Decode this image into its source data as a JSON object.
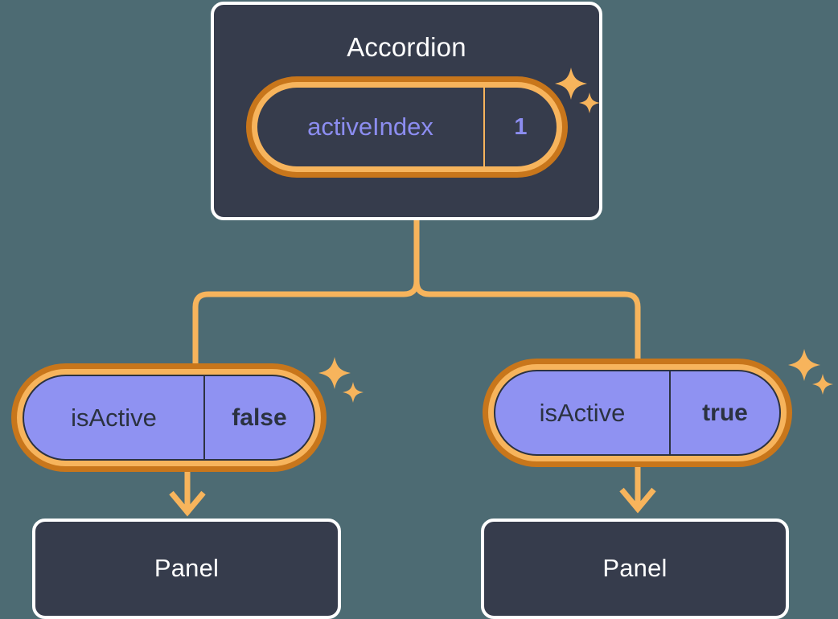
{
  "theme": {
    "background": "#4d6b73",
    "card_fill": "#363c4c",
    "card_border": "#ffffff",
    "ring_outer": "#c8761b",
    "ring_inner": "#f7b45c",
    "connector": "#f7b45c",
    "violet_fill": "#8f92f2",
    "violet_text": "#2b3240",
    "periwinkle_text": "#8c8df0",
    "sparkle": "#f7b45c"
  },
  "nodes": {
    "accordion": {
      "title": "Accordion",
      "state": {
        "key": "activeIndex",
        "value": "1"
      }
    },
    "left_branch": {
      "prop": {
        "key": "isActive",
        "value": "false"
      },
      "child": {
        "title": "Panel"
      }
    },
    "right_branch": {
      "prop": {
        "key": "isActive",
        "value": "true"
      },
      "child": {
        "title": "Panel"
      }
    }
  },
  "icons": {
    "sparkle_large": "sparkle-four-point-large",
    "sparkle_small": "sparkle-four-point-small"
  }
}
